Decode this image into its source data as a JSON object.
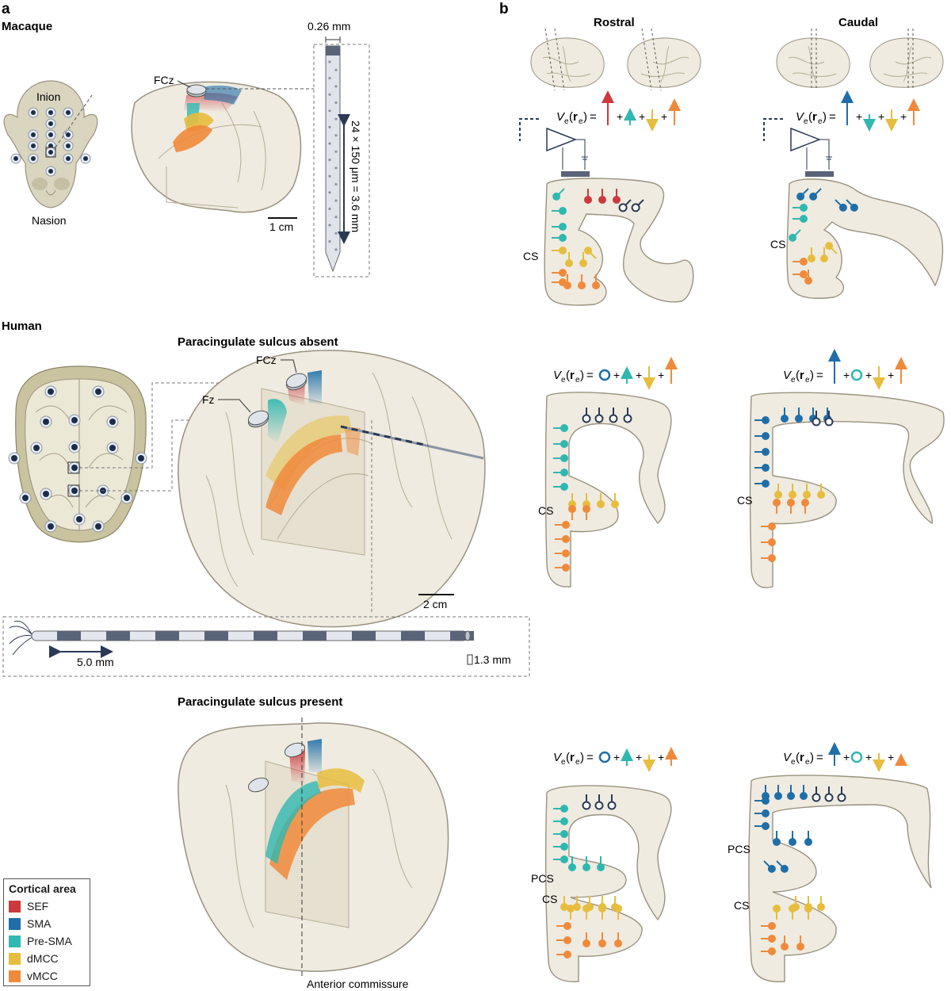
{
  "panels": {
    "a": {
      "letter": "a",
      "macaque": {
        "title": "Macaque",
        "skull_top": "Inion",
        "skull_bottom": "Nasion",
        "electrode_label": "FCz",
        "scale_bar": "1 cm",
        "probe_width": "0.26 mm",
        "probe_length": "24 × 150 μm = 3.6 mm"
      },
      "human": {
        "title": "Human",
        "absent_title": "Paracingulate sulcus absent",
        "present_title": "Paracingulate sulcus present",
        "electrode_fcz": "FCz",
        "electrode_fz": "Fz",
        "scale_bar": "2 cm",
        "depth_spacing": "5.0 mm",
        "depth_diameter": "1.3 mm",
        "commissure": "Anterior commissure"
      }
    },
    "b": {
      "letter": "b",
      "col_rostral": "Rostral",
      "col_caudal": "Caudal",
      "cs": "CS",
      "pcs": "PCS",
      "eq_lhs_v": "V",
      "eq_lhs_sub": "e",
      "eq_lhs_r": "r",
      "eq_equals": "=",
      "plus": "+"
    }
  },
  "legend": {
    "title": "Cortical area",
    "items": [
      {
        "label": "SEF",
        "color": "#cc3a3e"
      },
      {
        "label": "SMA",
        "color": "#1f6ea8"
      },
      {
        "label": "Pre-SMA",
        "color": "#2fb8b0"
      },
      {
        "label": "dMCC",
        "color": "#e7bd3e"
      },
      {
        "label": "vMCC",
        "color": "#f08a3b"
      }
    ]
  },
  "colors": {
    "brain_fill": "#efebe0",
    "brain_stroke": "#9a9280",
    "skull_fill": "#d9d5bf",
    "scalp_fill": "#c9c49f",
    "probe": "#8a93a6",
    "electrode": "#1c2d4a",
    "sef": "#cc3a3e",
    "sma": "#1f6ea8",
    "presma": "#2fb8b0",
    "dmcc": "#e7bd3e",
    "vmcc": "#f08a3b"
  }
}
